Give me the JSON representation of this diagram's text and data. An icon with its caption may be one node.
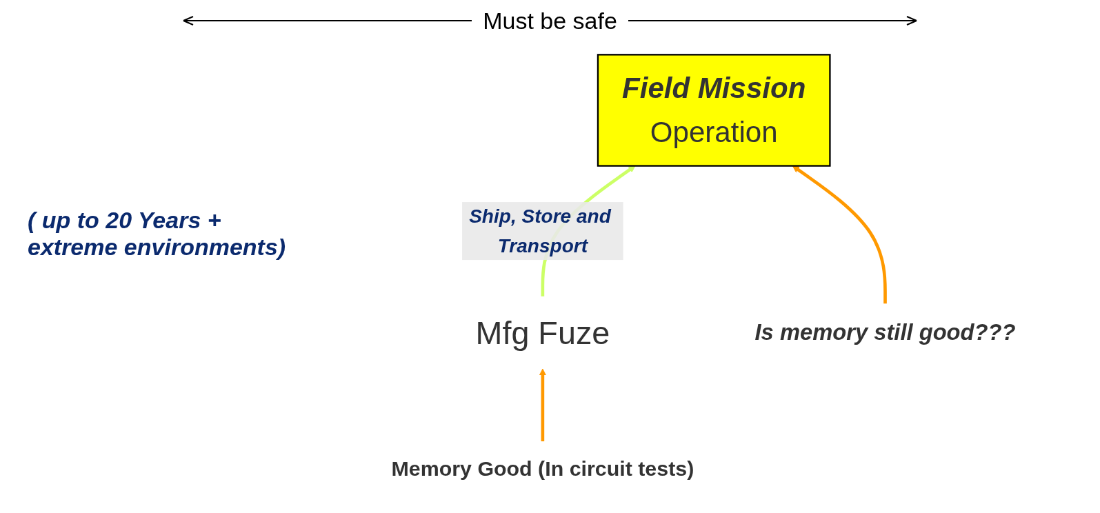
{
  "diagram": {
    "nodes": [
      {
        "text": [
          "Mfg Fuze"
        ]
      },
      {
        "text": [
          "Field Mission",
          "Operation"
        ]
      },
      {
        "text": [
          "Memory Good (In circuit tests)"
        ]
      },
      {
        "text": [
          "Is memory still good???"
        ]
      }
    ],
    "edges": [
      {
        "from": 0,
        "to": 1,
        "arrow": "to",
        "label": "Ship, Store and Transport",
        "color": "#ccff66"
      },
      {
        "from": 2,
        "to": 0,
        "arrow": "to"
      },
      {
        "from": 3,
        "to": 1,
        "arrow": "to"
      }
    ],
    "labels": [
      "Must be safe",
      "( up to 20 Years + extreme environments)"
    ]
  }
}
